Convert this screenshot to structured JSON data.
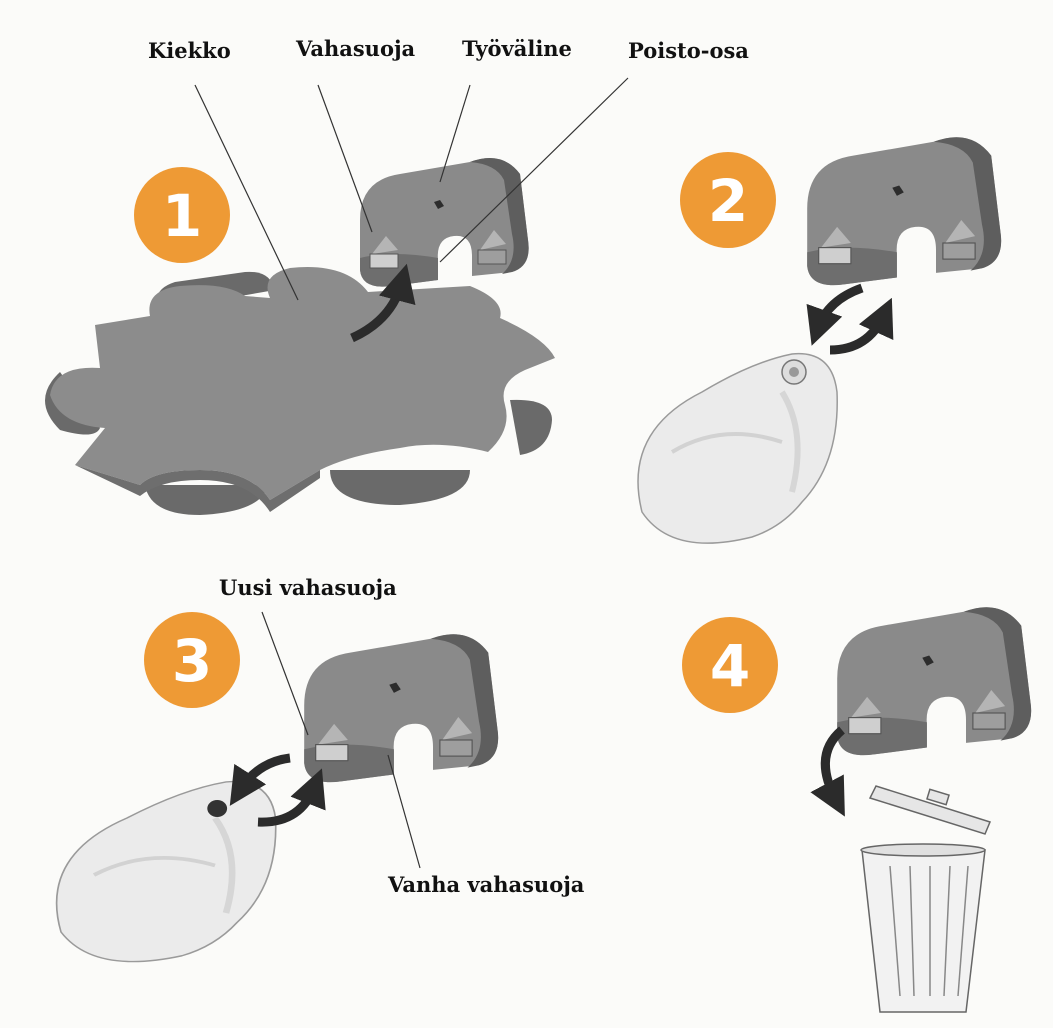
{
  "labels": {
    "kiekko": "Kiekko",
    "vahasuoja": "Vahasuoja",
    "tyovaline": "Työväline",
    "poisto_osa": "Poisto-osa",
    "uusi_vahasuoja": "Uusi vahasuoja",
    "vanha_vahasuoja": "Vanha vahasuoja"
  },
  "steps": [
    {
      "number": "1"
    },
    {
      "number": "2"
    },
    {
      "number": "3"
    },
    {
      "number": "4"
    }
  ],
  "colors": {
    "step_badge": "#ee9a35",
    "tool_body": "#8c8c8c",
    "tool_dark": "#616161",
    "hearing_aid": "#e9eaea",
    "arrow": "#2b2b2b"
  }
}
